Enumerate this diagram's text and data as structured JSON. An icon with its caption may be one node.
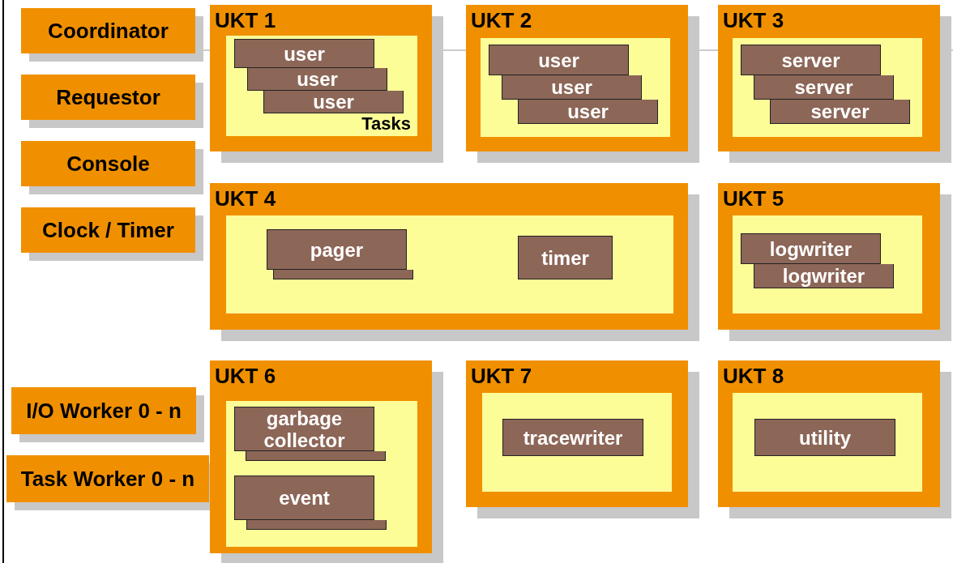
{
  "diagram": {
    "nodes": [
      {
        "text": [
          "Coordinator"
        ]
      },
      {
        "text": [
          "Requestor"
        ]
      },
      {
        "text": [
          "Console"
        ]
      },
      {
        "text": [
          "Clock / Timer"
        ]
      },
      {
        "text": [
          "UKT 1"
        ]
      },
      {
        "text": [
          "Tasks"
        ],
        "in": 4
      },
      {
        "text": [
          "user"
        ],
        "in": 5
      },
      {
        "text": [
          "user"
        ],
        "in": 5
      },
      {
        "text": [
          "user"
        ],
        "in": 5
      },
      {
        "text": [
          "UKT 2"
        ]
      },
      {
        "text": [],
        "shape": "box",
        "in": 9
      },
      {
        "text": [
          "user"
        ],
        "in": 10
      },
      {
        "text": [
          "user"
        ],
        "in": 10
      },
      {
        "text": [
          "user"
        ],
        "in": 10
      },
      {
        "text": [
          "UKT 3"
        ]
      },
      {
        "text": [],
        "shape": "box",
        "in": 14
      },
      {
        "text": [
          "server"
        ],
        "in": 15
      },
      {
        "text": [
          "server"
        ],
        "in": 15
      },
      {
        "text": [
          "server"
        ],
        "in": 15
      },
      {
        "text": [
          "UKT 4"
        ]
      },
      {
        "text": [],
        "shape": "box",
        "in": 19
      },
      {
        "text": [
          "pager"
        ],
        "in": 20
      },
      {
        "text": [],
        "shape": "box",
        "in": 20
      },
      {
        "text": [
          "timer"
        ],
        "in": 20
      },
      {
        "text": [
          "UKT 5"
        ]
      },
      {
        "text": [],
        "shape": "box",
        "in": 24
      },
      {
        "text": [
          "logwriter"
        ],
        "in": 25
      },
      {
        "text": [
          "logwriter"
        ],
        "in": 25
      },
      {
        "text": [
          "I/O Worker 0 - n"
        ]
      },
      {
        "text": [
          "Task Worker 0 - n"
        ]
      },
      {
        "text": [
          "UKT 6"
        ]
      },
      {
        "text": [],
        "shape": "box",
        "in": 30
      },
      {
        "text": [
          "garbage collector"
        ],
        "in": 31
      },
      {
        "text": [],
        "shape": "box",
        "in": 31
      },
      {
        "text": [
          "event"
        ],
        "in": 31
      },
      {
        "text": [],
        "shape": "box",
        "in": 31
      },
      {
        "text": [
          "UKT 7"
        ]
      },
      {
        "text": [],
        "shape": "box",
        "in": 36
      },
      {
        "text": [
          "tracewriter"
        ],
        "in": 37
      },
      {
        "text": [
          "UKT 8"
        ]
      },
      {
        "text": [],
        "shape": "box",
        "in": 39
      },
      {
        "text": [
          "utility"
        ],
        "in": 40
      }
    ],
    "edges": []
  }
}
